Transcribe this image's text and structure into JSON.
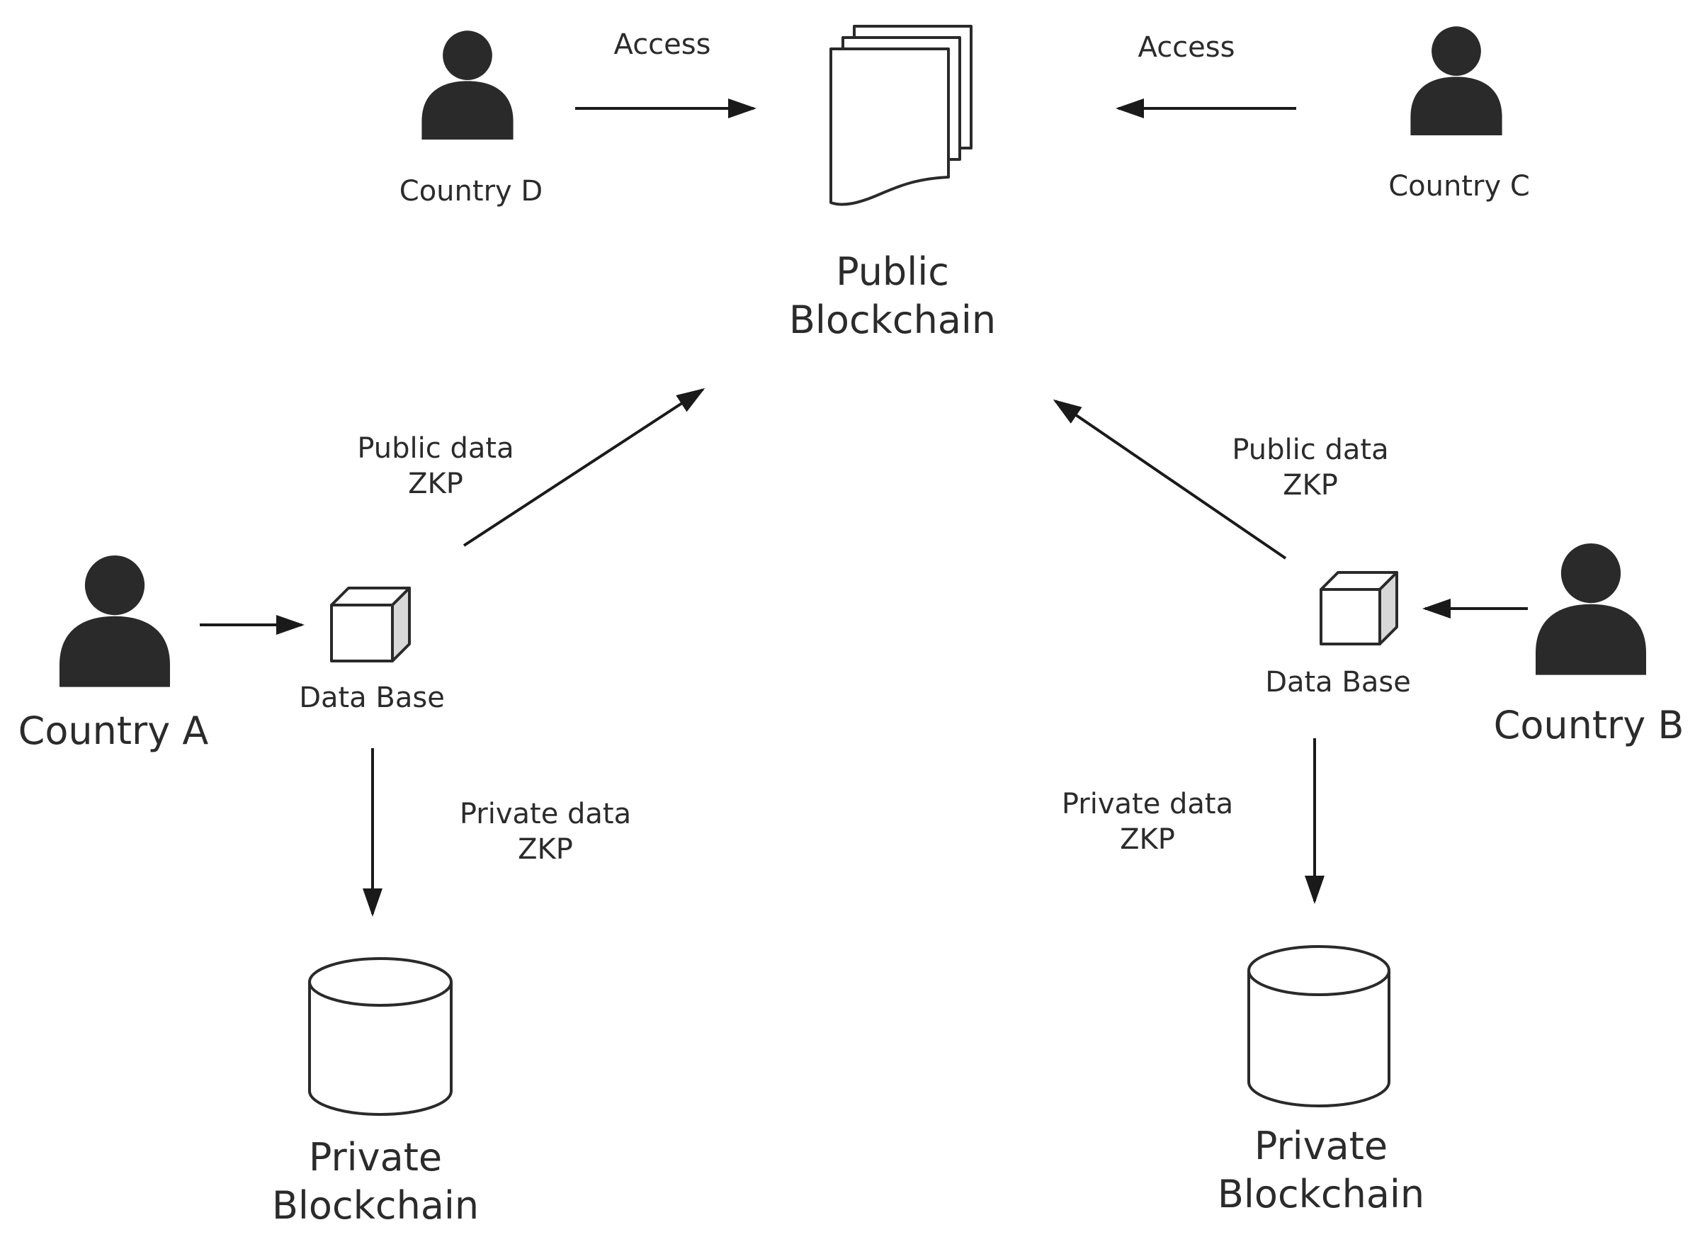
{
  "public_blockchain": {
    "line1": "Public",
    "line2": "Blockchain"
  },
  "country_d": {
    "label": "Country D",
    "access": "Access"
  },
  "country_c": {
    "label": "Country C",
    "access": "Access"
  },
  "country_a": {
    "label": "Country A"
  },
  "country_b": {
    "label": "Country B"
  },
  "database_a": {
    "label": "Data Base"
  },
  "database_b": {
    "label": "Data Base"
  },
  "public_data_a": {
    "line1": "Public data",
    "line2": "ZKP"
  },
  "public_data_b": {
    "line1": "Public data",
    "line2": "ZKP"
  },
  "private_data_a": {
    "line1": "Private data",
    "line2": "ZKP"
  },
  "private_data_b": {
    "line1": "Private data",
    "line2": "ZKP"
  },
  "private_blockchain_a": {
    "line1": "Private",
    "line2": "Blockchain"
  },
  "private_blockchain_b": {
    "line1": "Private",
    "line2": "Blockchain"
  }
}
